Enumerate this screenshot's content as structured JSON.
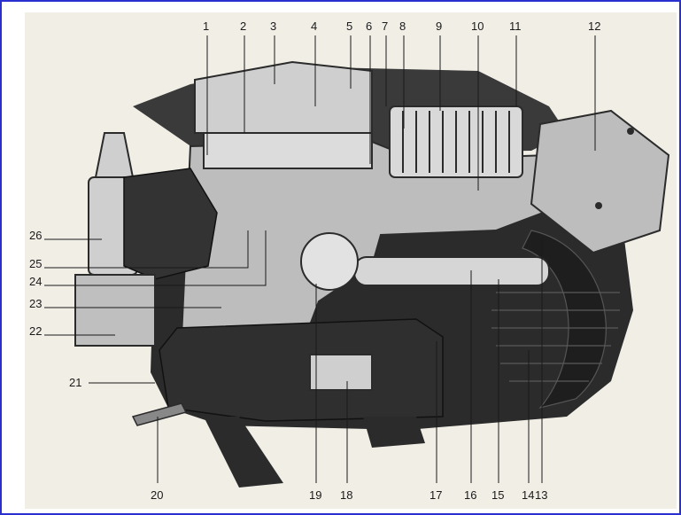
{
  "diagram": {
    "callouts_top": [
      "1",
      "2",
      "3",
      "4",
      "5",
      "6",
      "7",
      "8",
      "9",
      "10",
      "11",
      "12"
    ],
    "callouts_left": [
      "26",
      "25",
      "24",
      "23",
      "22",
      "21"
    ],
    "callouts_bottom": [
      "20",
      "19",
      "18",
      "17",
      "16",
      "15",
      "14",
      "13"
    ]
  },
  "colors": {
    "frame": "#2a2fd0",
    "paper": "#f1eee6",
    "metal_dark": "#2b2b2b",
    "metal_mid": "#6e6e6e",
    "metal_light": "#cfcfcf"
  }
}
